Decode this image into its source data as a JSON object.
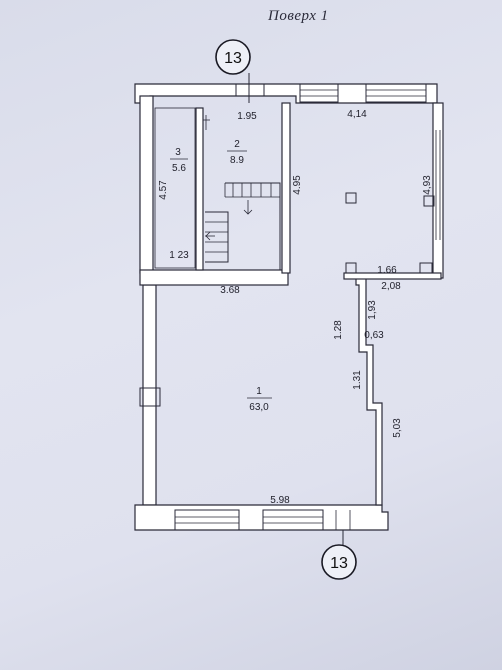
{
  "title": "Поверх 1",
  "axis_markers": {
    "top": "13",
    "bottom": "13"
  },
  "rooms": [
    {
      "number": "1",
      "area": "63,0"
    },
    {
      "number": "2",
      "area": "8.9"
    },
    {
      "number": "3",
      "area": "5.6"
    }
  ],
  "dimensions": {
    "d_195": "1.95",
    "d_414": "4,14",
    "d_457": "4.57",
    "d_495": "4.95",
    "d_493": "4,93",
    "d_123": "1 23",
    "d_368": "3.68",
    "d_166": "1.66",
    "d_208": "2,08",
    "d_193": "1,93",
    "d_128": "1.28",
    "d_063": "0,63",
    "d_131": "1.31",
    "d_503": "5,03",
    "d_598": "5.98"
  }
}
